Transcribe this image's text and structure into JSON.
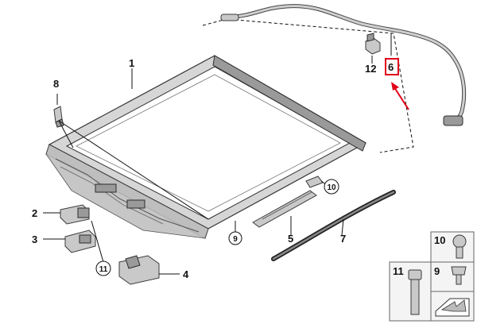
{
  "callouts": {
    "c1": "1",
    "c2": "2",
    "c3": "3",
    "c4": "4",
    "c5": "5",
    "c6": "6",
    "c7": "7",
    "c8": "8",
    "c9": "9",
    "c10": "10",
    "c11": "11",
    "c12": "12"
  },
  "legend": {
    "item10": "10",
    "item9": "9",
    "item11": "11"
  },
  "colors": {
    "highlight": "#e0001a",
    "frame": "#c9c9c9",
    "line": "#111111"
  }
}
